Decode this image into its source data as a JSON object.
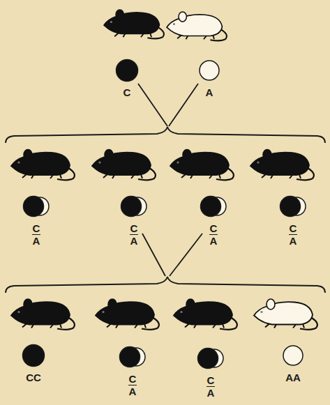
{
  "diagram": {
    "nodes": [
      {
        "text": [
          "C"
        ]
      },
      {
        "text": [
          "A"
        ]
      },
      {
        "text": [
          "C",
          "A"
        ]
      },
      {
        "text": [
          "C",
          "A"
        ]
      },
      {
        "text": [
          "C",
          "A"
        ]
      },
      {
        "text": [
          "C",
          "A"
        ]
      },
      {
        "text": [
          "CC"
        ]
      },
      {
        "text": [
          "C",
          "A"
        ]
      },
      {
        "text": [
          "C",
          "A"
        ]
      },
      {
        "text": [
          "AA"
        ]
      }
    ]
  }
}
